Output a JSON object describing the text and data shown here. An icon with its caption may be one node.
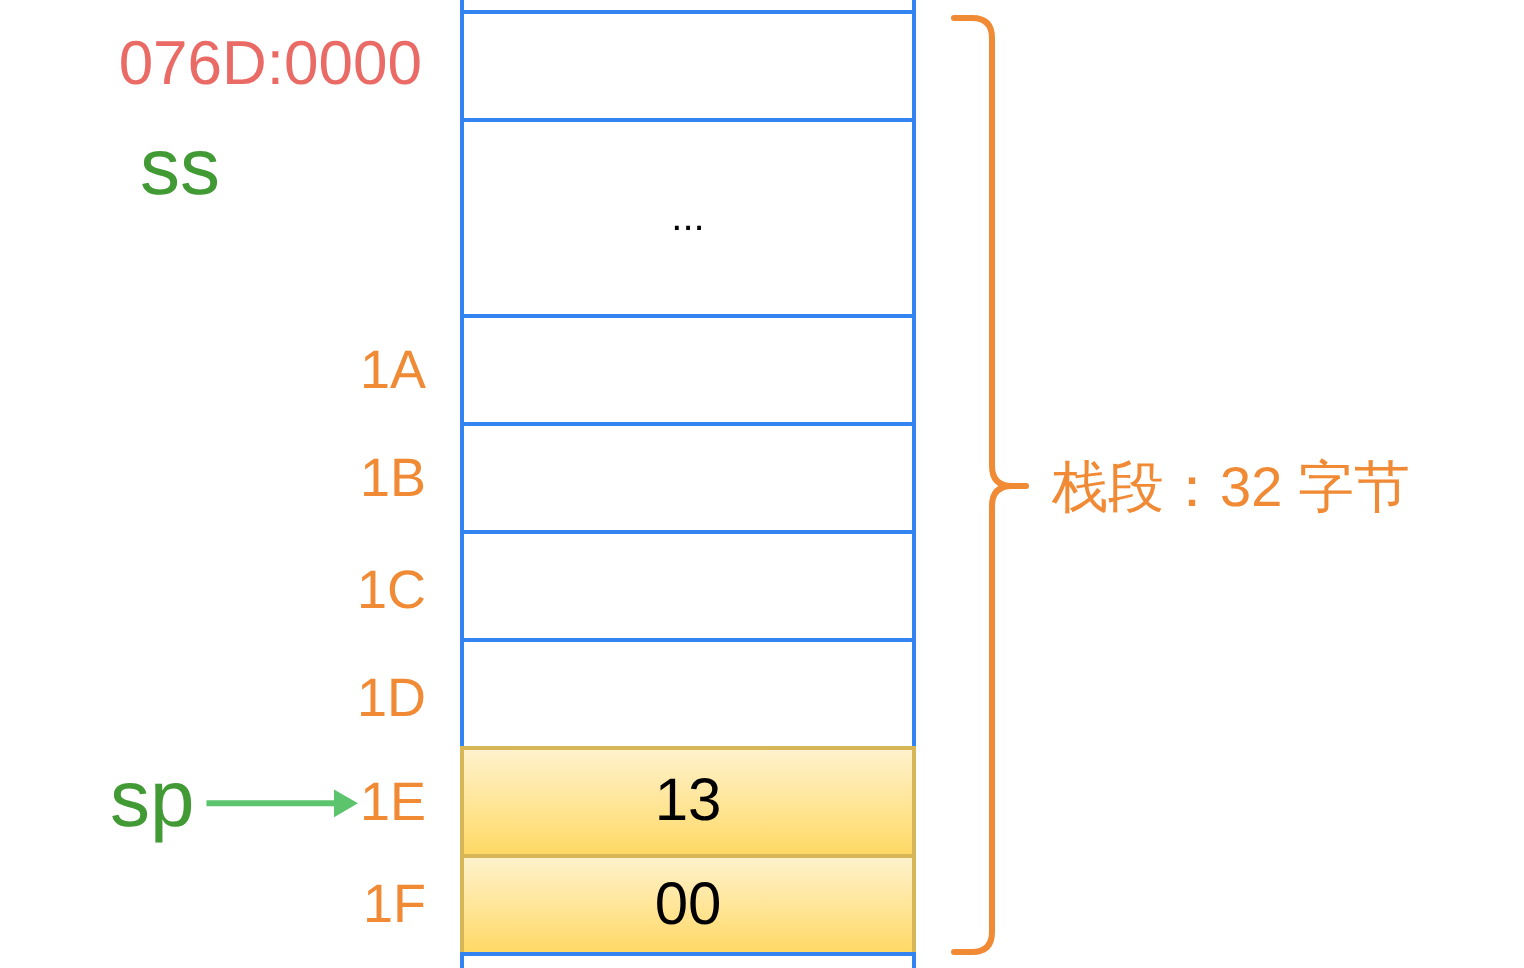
{
  "diagram": {
    "nodes": [
      {
        "text": [],
        "shape": "box"
      },
      {
        "text": [],
        "shape": "box"
      },
      {
        "text": [
          "..."
        ]
      },
      {
        "text": [],
        "shape": "box"
      },
      {
        "text": [],
        "shape": "box"
      },
      {
        "text": [],
        "shape": "box"
      },
      {
        "text": [],
        "shape": "box"
      },
      {
        "text": [
          "13"
        ]
      },
      {
        "text": [
          "00"
        ]
      },
      {
        "text": [],
        "shape": "box"
      },
      {
        "text": [
          "sp"
        ]
      },
      {
        "text": [
          "1E"
        ]
      }
    ],
    "edges": [
      {
        "from": 10,
        "to": 11,
        "arrow": "to"
      }
    ],
    "labels": [
      "076D:0000",
      "ss",
      "1A",
      "1B",
      "栈段：32 字节",
      "1C",
      "1D",
      "1F"
    ]
  }
}
